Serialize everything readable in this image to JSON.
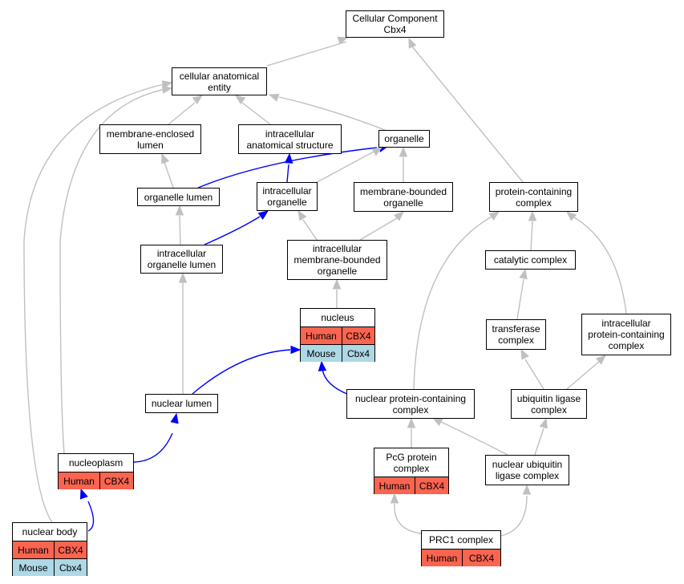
{
  "colors": {
    "edge_gray": "#c0c0c0",
    "edge_blue": "#0000ff",
    "human": "#fa6450",
    "mouse": "#add8e6"
  },
  "nodes": {
    "cellular_component": "Cellular Component\nCbx4",
    "cellular_anatomical_entity": "cellular anatomical\nentity",
    "membrane_enclosed_lumen": "membrane-enclosed\nlumen",
    "intracellular_anatomical_structure": "intracellular\nanatomical structure",
    "organelle": "organelle",
    "organelle_lumen": "organelle lumen",
    "intracellular_organelle": "intracellular\norganelle",
    "membrane_bounded_organelle": "membrane-bounded\norganelle",
    "protein_containing_complex": "protein-containing\ncomplex",
    "intracellular_organelle_lumen": "intracellular\norganelle lumen",
    "intracellular_membrane_bounded_organelle": "intracellular\nmembrane-bounded\norganelle",
    "catalytic_complex": "catalytic complex",
    "transferase_complex": "transferase\ncomplex",
    "intracellular_protein_containing_complex": "intracellular\nprotein-containing\ncomplex",
    "nuclear_lumen": "nuclear lumen",
    "nuclear_protein_containing_complex": "nuclear protein-containing\ncomplex",
    "ubiquitin_ligase_complex": "ubiquitin ligase\ncomplex",
    "nuclear_ubiquitin_ligase_complex": "nuclear ubiquitin\nligase complex"
  },
  "record_nodes": {
    "nucleus": {
      "title": "nucleus",
      "rows": [
        [
          "Human",
          "CBX4"
        ],
        [
          "Mouse",
          "Cbx4"
        ]
      ]
    },
    "nucleoplasm": {
      "title": "nucleoplasm",
      "rows": [
        [
          "Human",
          "CBX4"
        ]
      ]
    },
    "pcg_protein_complex": {
      "title": "PcG protein\ncomplex",
      "rows": [
        [
          "Human",
          "CBX4"
        ]
      ]
    },
    "nuclear_body": {
      "title": "nuclear body",
      "rows": [
        [
          "Human",
          "CBX4"
        ],
        [
          "Mouse",
          "Cbx4"
        ]
      ]
    },
    "prc1_complex": {
      "title": "PRC1 complex",
      "rows": [
        [
          "Human",
          "CBX4"
        ]
      ]
    }
  }
}
